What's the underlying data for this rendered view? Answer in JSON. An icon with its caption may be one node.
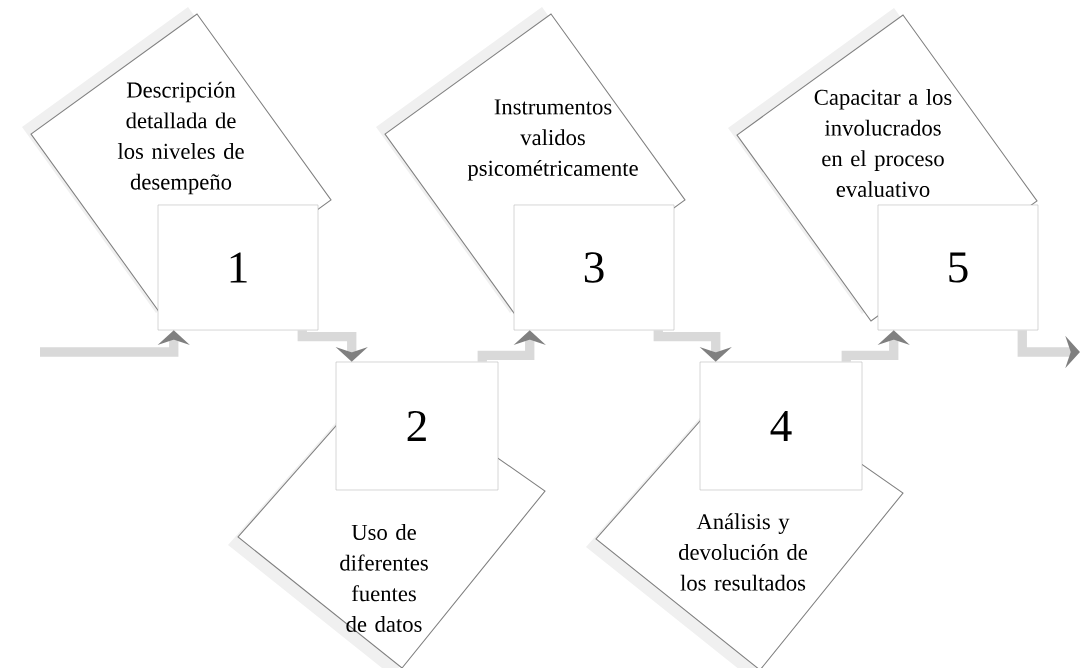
{
  "diagram": {
    "nodes": [
      {
        "text": [
          "Descripción detallada de los niveles de desempeño"
        ]
      },
      {
        "text": [
          "1"
        ]
      },
      {
        "text": [
          "Uso de diferentes fuentes de datos"
        ]
      },
      {
        "text": [
          "2"
        ]
      },
      {
        "text": [
          "Instrumentos validos psicométricamente"
        ]
      },
      {
        "text": [
          "3"
        ]
      },
      {
        "text": [
          "Análisis y devolución de los resultados"
        ]
      },
      {
        "text": [
          "4"
        ]
      },
      {
        "text": [
          "Capacitar a los involucrados en el proceso evaluativo"
        ]
      },
      {
        "text": [
          "5"
        ]
      }
    ],
    "edges": [
      {
        "from": null,
        "to": 1,
        "arrow": "to"
      },
      {
        "from": 1,
        "to": 3,
        "arrow": "to"
      },
      {
        "from": 3,
        "to": 5,
        "arrow": "to"
      },
      {
        "from": 5,
        "to": 7,
        "arrow": "to"
      },
      {
        "from": 7,
        "to": 9,
        "arrow": "to"
      },
      {
        "from": 9,
        "to": null,
        "arrow": "to"
      }
    ]
  }
}
